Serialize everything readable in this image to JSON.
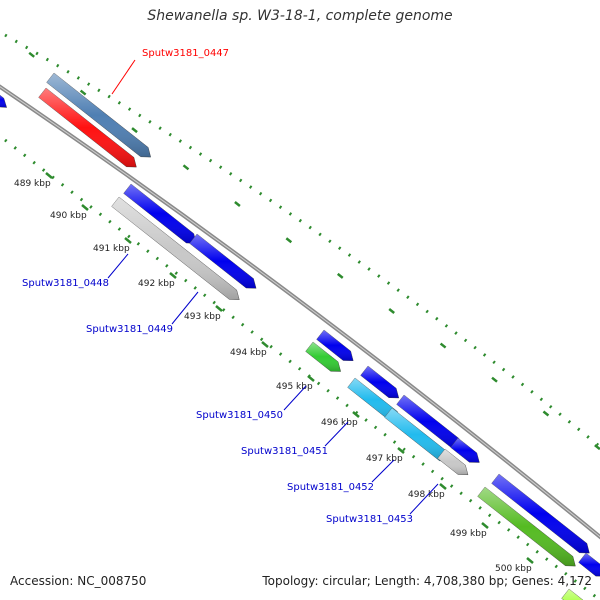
{
  "title": "Shewanella sp. W3-18-1, complete genome",
  "footer": {
    "accession": "Accession: NC_008750",
    "summary": "Topology: circular; Length: 4,708,380 bp; Genes: 4,172"
  },
  "colors": {
    "backbone": "#8a8a8a",
    "tick_dots": "#2e8b2e",
    "tick_dash": "#2e8b2e",
    "label_blue": "#0000cc",
    "label_red": "#ff0000"
  },
  "ticks": [
    "489 kbp",
    "490 kbp",
    "491 kbp",
    "492 kbp",
    "493 kbp",
    "494 kbp",
    "495 kbp",
    "496 kbp",
    "497 kbp",
    "498 kbp",
    "499 kbp",
    "500 kbp"
  ],
  "gene_labels": [
    {
      "name": "Sputw3181_0447",
      "color": "#ff0000"
    },
    {
      "name": "Sputw3181_0448",
      "color": "#0000cc"
    },
    {
      "name": "Sputw3181_0449",
      "color": "#0000cc"
    },
    {
      "name": "Sputw3181_0450",
      "color": "#0000cc"
    },
    {
      "name": "Sputw3181_0451",
      "color": "#0000cc"
    },
    {
      "name": "Sputw3181_0452",
      "color": "#0000cc"
    },
    {
      "name": "Sputw3181_0453",
      "color": "#0000cc"
    }
  ],
  "features": [
    {
      "id": "feat-blue-edge",
      "color": "#0000ee"
    },
    {
      "id": "feat-steelblue",
      "color": "#4f7fb3"
    },
    {
      "id": "feat-red",
      "color": "#ff1111"
    },
    {
      "id": "feat-blue-1",
      "color": "#0000ee"
    },
    {
      "id": "feat-gray-1",
      "color": "#c8c8c8"
    },
    {
      "id": "feat-blue-2",
      "color": "#0000ee"
    },
    {
      "id": "feat-blue-3",
      "color": "#0000ee"
    },
    {
      "id": "feat-green-1",
      "color": "#33cc33"
    },
    {
      "id": "feat-blue-4",
      "color": "#0000ee"
    },
    {
      "id": "feat-cyan-1",
      "color": "#22bbee"
    },
    {
      "id": "feat-blue-5",
      "color": "#0000ee"
    },
    {
      "id": "feat-cyan-2",
      "color": "#22bbee"
    },
    {
      "id": "feat-blue-6",
      "color": "#0000ee"
    },
    {
      "id": "feat-gray-2",
      "color": "#c8c8c8"
    },
    {
      "id": "feat-green-2",
      "color": "#55bb22"
    },
    {
      "id": "feat-blue-7",
      "color": "#0000ee"
    },
    {
      "id": "feat-lime",
      "color": "#aaff44"
    },
    {
      "id": "feat-blue-8",
      "color": "#0000ee"
    }
  ]
}
